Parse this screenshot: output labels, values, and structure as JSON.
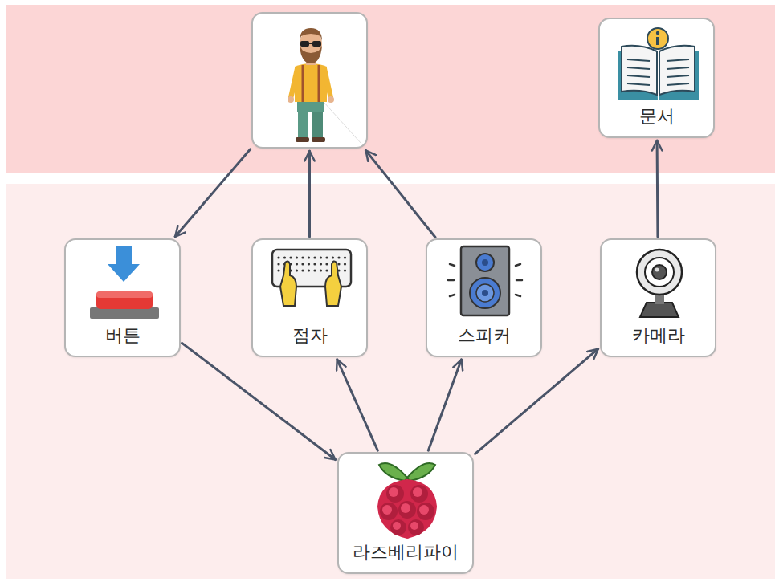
{
  "diagram": {
    "nodes": [
      {
        "text": []
      },
      {
        "text": [
          "문서"
        ]
      },
      {
        "text": [
          "버튼"
        ]
      },
      {
        "text": [
          "점자"
        ]
      },
      {
        "text": [
          "스피커"
        ]
      },
      {
        "text": [
          "카메라"
        ]
      },
      {
        "text": [
          "라즈베리파이"
        ]
      }
    ],
    "edges": [
      {
        "from": 0,
        "to": 2,
        "arrow": "to"
      },
      {
        "from": 3,
        "to": 0,
        "arrow": "to"
      },
      {
        "from": 4,
        "to": 0,
        "arrow": "to"
      },
      {
        "from": 5,
        "to": 1,
        "arrow": "to"
      },
      {
        "from": 2,
        "to": 6,
        "arrow": "to"
      },
      {
        "from": 6,
        "to": 3,
        "arrow": "to"
      },
      {
        "from": 6,
        "to": 4,
        "arrow": "to"
      },
      {
        "from": 6,
        "to": 5,
        "arrow": "to"
      }
    ]
  }
}
